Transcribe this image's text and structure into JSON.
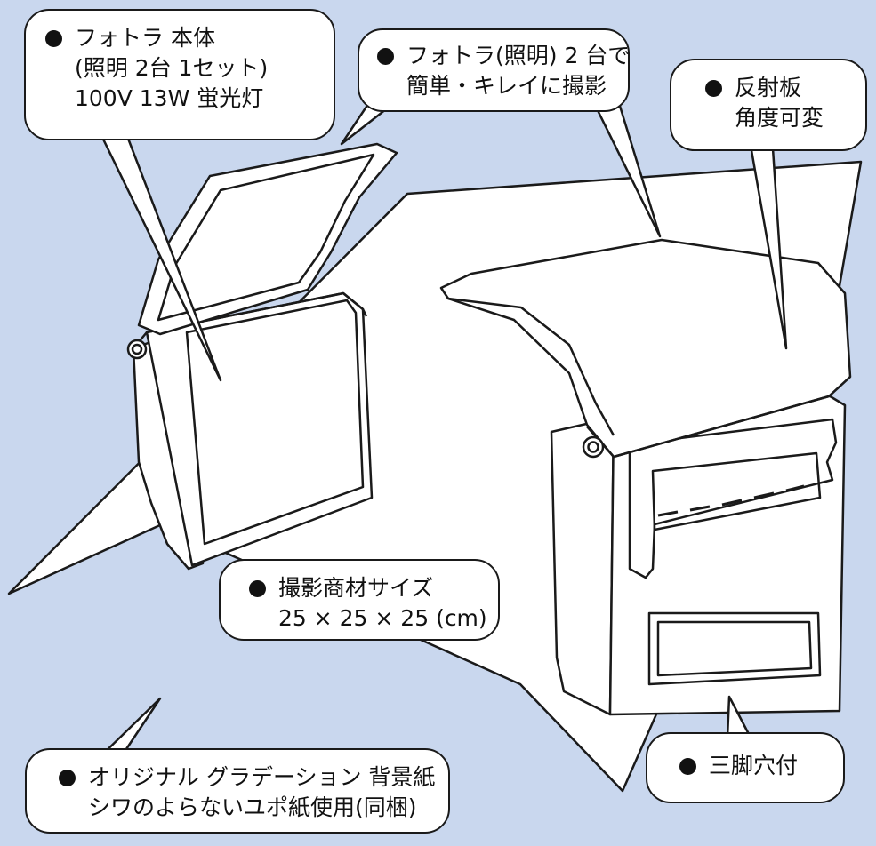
{
  "callouts": {
    "fotora_body": {
      "line1": "フォトラ 本体",
      "line2": "(照明 2台 1セット)",
      "line3": "100V 13W 蛍光灯"
    },
    "two_units": {
      "line1": "フォトラ(照明) 2 台で",
      "line2": "簡単・キレイに撮影"
    },
    "reflector": {
      "line1": "反射板",
      "line2": "角度可変"
    },
    "object_size": {
      "line1": "撮影商材サイズ",
      "line2": "25 × 25 × 25 (cm)"
    },
    "background_paper": {
      "line1": "オリジナル グラデーション 背景紙",
      "line2": "シワのよらないユポ紙使用(同梱)"
    },
    "tripod": {
      "line1": "三脚穴付"
    }
  },
  "colors": {
    "background": "#c9d7ee",
    "outline": "#1a1a1a",
    "device_fill": "#ffffff",
    "callout_fill": "#ffffff"
  }
}
